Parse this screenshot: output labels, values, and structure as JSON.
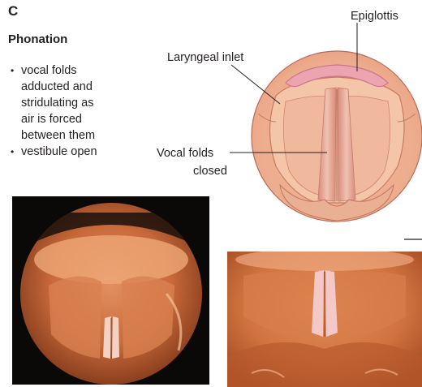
{
  "panel": {
    "letter": "C",
    "title": "Phonation"
  },
  "bullets": [
    {
      "lines": [
        "vocal folds",
        "adducted and",
        "stridulating as",
        "air is forced",
        "between them"
      ]
    },
    {
      "lines": [
        "vestibule open"
      ]
    }
  ],
  "labels": {
    "epiglottis": "Epiglottis",
    "laryngeal_inlet": "Laryngeal inlet",
    "vocal_folds_line1": "Vocal folds",
    "vocal_folds_line2": "closed"
  },
  "colors": {
    "tissue": "#f2b895",
    "tissue_dark": "#d9896a",
    "rim": "#e8a382",
    "epiglottis": "#eaa6b2",
    "photo_tissue": "#d0773f"
  }
}
